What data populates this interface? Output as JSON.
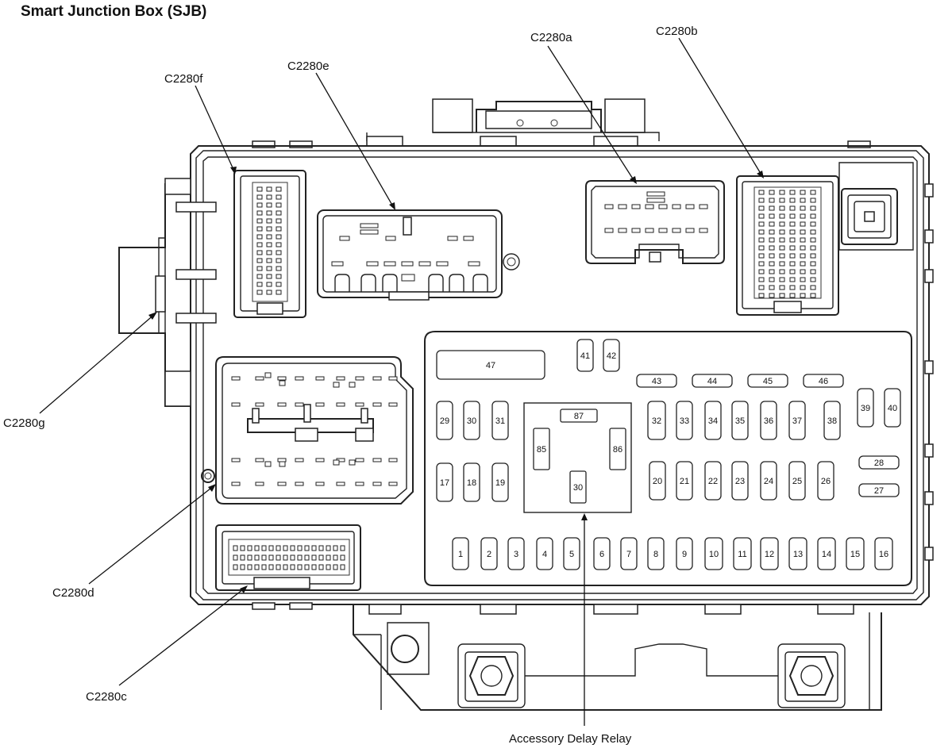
{
  "title": "Smart Junction Box (SJB)",
  "connectors": {
    "c2280a": "C2280a",
    "c2280b": "C2280b",
    "c2280c": "C2280c",
    "c2280d": "C2280d",
    "c2280e": "C2280e",
    "c2280f": "C2280f",
    "c2280g": "C2280g"
  },
  "relay": {
    "label": "Accessory Delay Relay",
    "terminals": {
      "t87": "87",
      "t85": "85",
      "t86": "86",
      "t30": "30"
    }
  },
  "fuses": {
    "f1": "1",
    "f2": "2",
    "f3": "3",
    "f4": "4",
    "f5": "5",
    "f6": "6",
    "f7": "7",
    "f8": "8",
    "f9": "9",
    "f10": "10",
    "f11": "11",
    "f12": "12",
    "f13": "13",
    "f14": "14",
    "f15": "15",
    "f16": "16",
    "f17": "17",
    "f18": "18",
    "f19": "19",
    "f20": "20",
    "f21": "21",
    "f22": "22",
    "f23": "23",
    "f24": "24",
    "f25": "25",
    "f26": "26",
    "f27": "27",
    "f28": "28",
    "f29": "29",
    "f30": "30",
    "f31": "31",
    "f32": "32",
    "f33": "33",
    "f34": "34",
    "f35": "35",
    "f36": "36",
    "f37": "37",
    "f38": "38",
    "f39": "39",
    "f40": "40",
    "f41": "41",
    "f42": "42",
    "f43": "43",
    "f44": "44",
    "f45": "45",
    "f46": "46",
    "f47": "47"
  }
}
